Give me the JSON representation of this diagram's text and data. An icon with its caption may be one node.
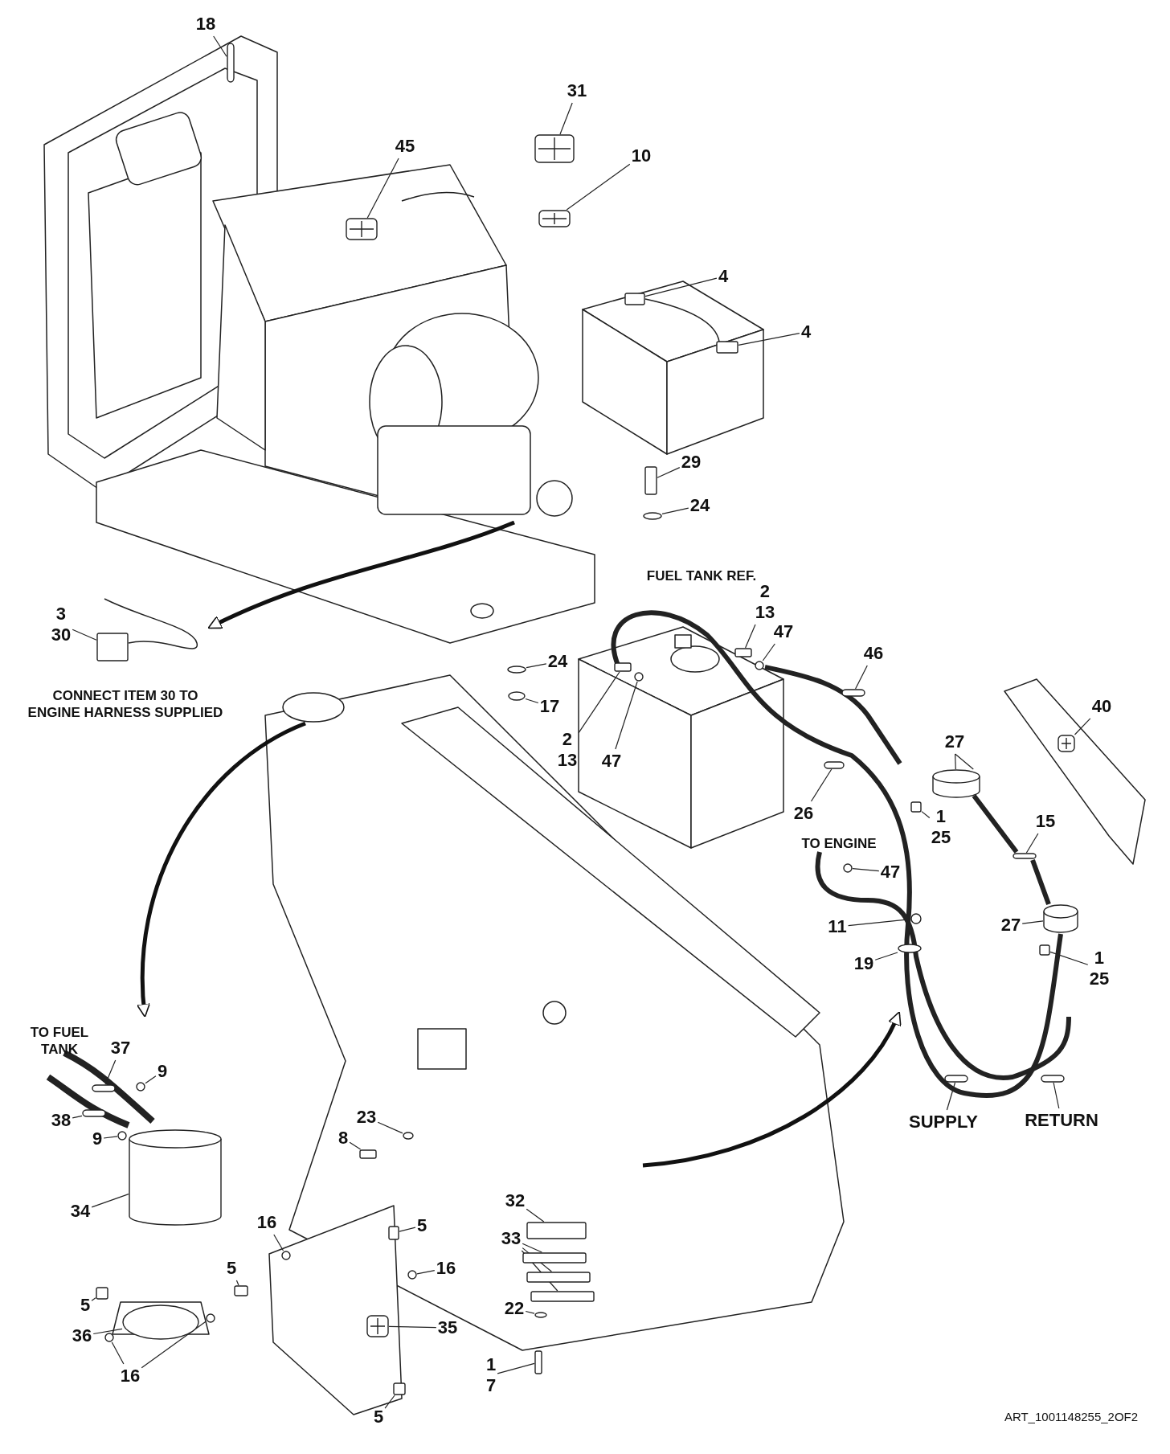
{
  "diagram": {
    "nodes": [
      {
        "text": [
          "18"
        ]
      },
      {
        "text": [
          "31"
        ]
      },
      {
        "text": [
          "45"
        ]
      },
      {
        "text": [
          "10"
        ]
      },
      {
        "text": [
          "4"
        ]
      },
      {
        "text": [
          "4"
        ]
      },
      {
        "text": [
          "29"
        ]
      },
      {
        "text": [
          "24"
        ]
      },
      {
        "text": [
          "3",
          "30"
        ]
      },
      {
        "text": [
          "2",
          "13"
        ]
      },
      {
        "text": [
          "47"
        ]
      },
      {
        "text": [
          "46"
        ]
      },
      {
        "text": [
          "24"
        ]
      },
      {
        "text": [
          "17"
        ]
      },
      {
        "text": [
          "2",
          "13"
        ]
      },
      {
        "text": [
          "47"
        ]
      },
      {
        "text": [
          "27"
        ]
      },
      {
        "text": [
          "40"
        ]
      },
      {
        "text": [
          "1",
          "25"
        ]
      },
      {
        "text": [
          "26"
        ]
      },
      {
        "text": [
          "15"
        ]
      },
      {
        "text": [
          "47"
        ]
      },
      {
        "text": [
          "11"
        ]
      },
      {
        "text": [
          "27"
        ]
      },
      {
        "text": [
          "1",
          "25"
        ]
      },
      {
        "text": [
          "19"
        ]
      },
      {
        "text": [
          "SUPPLY"
        ]
      },
      {
        "text": [
          "RETURN"
        ]
      },
      {
        "text": [
          "37"
        ]
      },
      {
        "text": [
          "9"
        ]
      },
      {
        "text": [
          "38"
        ]
      },
      {
        "text": [
          "9"
        ]
      },
      {
        "text": [
          "34"
        ]
      },
      {
        "text": [
          "16"
        ]
      },
      {
        "text": [
          "5"
        ]
      },
      {
        "text": [
          "5"
        ]
      },
      {
        "text": [
          "16"
        ]
      },
      {
        "text": [
          "35"
        ]
      },
      {
        "text": [
          "5"
        ]
      },
      {
        "text": [
          "36"
        ]
      },
      {
        "text": [
          "16"
        ]
      },
      {
        "text": [
          "5"
        ]
      },
      {
        "text": [
          "23"
        ]
      },
      {
        "text": [
          "8"
        ]
      },
      {
        "text": [
          "32"
        ]
      },
      {
        "text": [
          "33"
        ]
      },
      {
        "text": [
          "22"
        ]
      },
      {
        "text": [
          "1",
          "7"
        ]
      },
      {
        "text": [],
        "shape": "bar"
      },
      {
        "text": [],
        "shape": "picture"
      },
      {
        "text": [],
        "shape": "picture"
      },
      {
        "text": [],
        "shape": "picture"
      },
      {
        "text": [],
        "shape": "box"
      },
      {
        "text": [],
        "shape": "box"
      },
      {
        "text": [],
        "shape": "box"
      },
      {
        "text": [],
        "shape": "circle"
      },
      {
        "text": [],
        "shape": "box"
      },
      {
        "text": [],
        "shape": "box"
      },
      {
        "text": [],
        "shape": "circle"
      },
      {
        "text": [],
        "shape": "bar"
      },
      {
        "text": [],
        "shape": "circle"
      },
      {
        "text": [],
        "shape": "circle"
      },
      {
        "text": [],
        "shape": "box"
      },
      {
        "text": [],
        "shape": "circle"
      },
      {
        "text": [],
        "shape": "cylinder"
      },
      {
        "text": [],
        "shape": "picture"
      },
      {
        "text": [],
        "shape": "box"
      },
      {
        "text": [],
        "shape": "bar"
      },
      {
        "text": [],
        "shape": "bar"
      },
      {
        "text": [],
        "shape": "circle"
      },
      {
        "text": [],
        "shape": "circle"
      },
      {
        "text": [],
        "shape": "cylinder"
      },
      {
        "text": [],
        "shape": "box"
      },
      {
        "text": [],
        "shape": "circle"
      },
      {
        "text": [],
        "shape": "bar"
      },
      {
        "text": [],
        "shape": "bar"
      },
      {
        "text": [],
        "shape": "bar"
      },
      {
        "text": [],
        "shape": "circle"
      },
      {
        "text": [],
        "shape": "bar"
      },
      {
        "text": [],
        "shape": "circle"
      },
      {
        "text": [],
        "shape": "cylinder"
      },
      {
        "text": [],
        "shape": "circle"
      },
      {
        "text": [],
        "shape": "box"
      },
      {
        "text": [],
        "shape": "box"
      },
      {
        "text": [],
        "shape": "circle"
      },
      {
        "text": [],
        "shape": "picture"
      },
      {
        "text": [],
        "shape": "box"
      },
      {
        "text": [],
        "shape": "circle"
      },
      {
        "text": [],
        "shape": "circle"
      },
      {
        "text": [],
        "shape": "circle"
      },
      {
        "text": [],
        "shape": "box"
      },
      {
        "text": [],
        "shape": "circle"
      },
      {
        "text": [],
        "shape": "box"
      },
      {
        "text": [],
        "shape": "box"
      },
      {
        "text": [],
        "shape": "box"
      },
      {
        "text": [],
        "shape": "box"
      },
      {
        "text": [],
        "shape": "box"
      },
      {
        "text": [],
        "shape": "circle"
      },
      {
        "text": [],
        "shape": "box"
      }
    ],
    "edges": [
      {
        "from": 0,
        "to": 48,
        "arrow": "none"
      },
      {
        "from": 1,
        "to": 49,
        "arrow": "none"
      },
      {
        "from": 2,
        "to": 50,
        "arrow": "none"
      },
      {
        "from": 3,
        "to": 51,
        "arrow": "none"
      },
      {
        "from": 4,
        "to": 52,
        "arrow": "none"
      },
      {
        "from": 5,
        "to": 53,
        "arrow": "none"
      },
      {
        "from": 6,
        "to": 54,
        "arrow": "none"
      },
      {
        "from": 7,
        "to": 55,
        "arrow": "none"
      },
      {
        "from": 8,
        "to": 56,
        "arrow": "none"
      },
      {
        "from": 9,
        "to": 57,
        "arrow": "none"
      },
      {
        "from": 10,
        "to": 58,
        "arrow": "none"
      },
      {
        "from": 11,
        "to": 59,
        "arrow": "none"
      },
      {
        "from": 12,
        "to": 60,
        "arrow": "none"
      },
      {
        "from": 13,
        "to": 61,
        "arrow": "none"
      },
      {
        "from": 14,
        "to": 62,
        "arrow": "none"
      },
      {
        "from": 15,
        "to": 63,
        "arrow": "none"
      },
      {
        "from": 16,
        "to": 64,
        "arrow": "none"
      },
      {
        "from": 16,
        "to": 64,
        "arrow": "none"
      },
      {
        "from": 17,
        "to": 65,
        "arrow": "none"
      },
      {
        "from": 18,
        "to": 66,
        "arrow": "none"
      },
      {
        "from": 19,
        "to": 67,
        "arrow": "none"
      },
      {
        "from": 20,
        "to": 68,
        "arrow": "none"
      },
      {
        "from": 21,
        "to": 69,
        "arrow": "none"
      },
      {
        "from": 22,
        "to": 70,
        "arrow": "none"
      },
      {
        "from": 23,
        "to": 71,
        "arrow": "none"
      },
      {
        "from": 24,
        "to": 72,
        "arrow": "none"
      },
      {
        "from": 25,
        "to": 73,
        "arrow": "none"
      },
      {
        "from": 26,
        "to": 74,
        "arrow": "none"
      },
      {
        "from": 27,
        "to": 75,
        "arrow": "none"
      },
      {
        "from": 28,
        "to": 76,
        "arrow": "none"
      },
      {
        "from": 29,
        "to": 77,
        "arrow": "none"
      },
      {
        "from": 30,
        "to": 78,
        "arrow": "none"
      },
      {
        "from": 31,
        "to": 79,
        "arrow": "none"
      },
      {
        "from": 32,
        "to": 80,
        "arrow": "none"
      },
      {
        "from": 33,
        "to": 81,
        "arrow": "none"
      },
      {
        "from": 34,
        "to": 82,
        "arrow": "none"
      },
      {
        "from": 35,
        "to": 83,
        "arrow": "none"
      },
      {
        "from": 36,
        "to": 84,
        "arrow": "none"
      },
      {
        "from": 37,
        "to": 85,
        "arrow": "none"
      },
      {
        "from": 38,
        "to": 86,
        "arrow": "none"
      },
      {
        "from": 39,
        "to": 87,
        "arrow": "none"
      },
      {
        "from": 40,
        "to": 88,
        "arrow": "none"
      },
      {
        "from": 40,
        "to": 89,
        "arrow": "none"
      },
      {
        "from": 41,
        "to": 90,
        "arrow": "none"
      },
      {
        "from": 42,
        "to": 91,
        "arrow": "none"
      },
      {
        "from": 43,
        "to": 92,
        "arrow": "none"
      },
      {
        "from": 44,
        "to": 93,
        "arrow": "none"
      },
      {
        "from": 45,
        "to": 94,
        "arrow": "none"
      },
      {
        "from": 45,
        "to": 95,
        "arrow": "none"
      },
      {
        "from": 45,
        "to": 96,
        "arrow": "none"
      },
      {
        "from": 46,
        "to": 97,
        "arrow": "none"
      },
      {
        "from": 47,
        "to": 98,
        "arrow": "none"
      }
    ],
    "labels": [
      "FUEL TANK REF.",
      "CONNECT ITEM 30 TO ENGINE HARNESS SUPPLIED",
      "TO ENGINE",
      "TO FUEL TANK",
      "ART_1001148255_2OF2"
    ]
  }
}
